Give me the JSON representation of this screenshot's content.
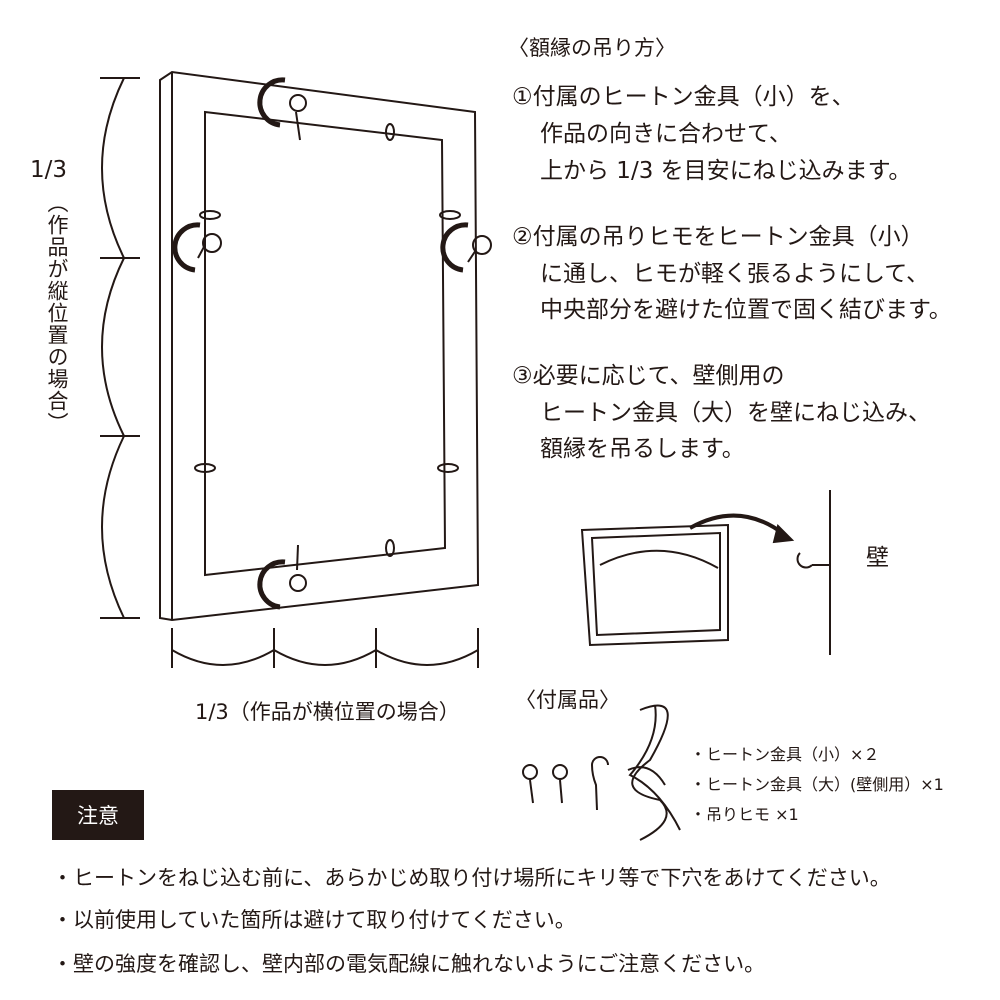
{
  "hanging": {
    "title": "〈額縁の吊り方〉",
    "steps": [
      {
        "lines": [
          "①付属のヒートン金具（小）を、",
          "作品の向きに合わせて、",
          "上から 1/3 を目安にねじ込みます。"
        ]
      },
      {
        "lines": [
          "②付属の吊りヒモをヒートン金具（小）",
          "に通し、ヒモが軽く張るようにして、",
          "中央部分を避けた位置で固く結びます。"
        ]
      },
      {
        "lines": [
          "③必要に応じて、壁側用の",
          "ヒートン金具（大）を壁にねじ込み、",
          "額縁を吊るします。"
        ]
      }
    ],
    "wall_label": "壁"
  },
  "diagram": {
    "vertical_fraction": "1/3",
    "vertical_note": "（作品が縦位置の場合）",
    "horizontal_label": "1/3（作品が横位置の場合）"
  },
  "accessories": {
    "title": "〈付属品〉",
    "items": [
      "・ヒートン金具（小）×２",
      "・ヒートン金具（大）(壁側用）×1",
      "・吊りヒモ ×1"
    ]
  },
  "caution": {
    "label": "注意",
    "notes": [
      "・ヒートンをねじ込む前に、あらかじめ取り付け場所にキリ等で下穴をあけてください。",
      "・以前使用していた箇所は避けて取り付けてください。",
      "・壁の強度を確認し、壁内部の電気配線に触れないようにご注意ください。"
    ]
  }
}
